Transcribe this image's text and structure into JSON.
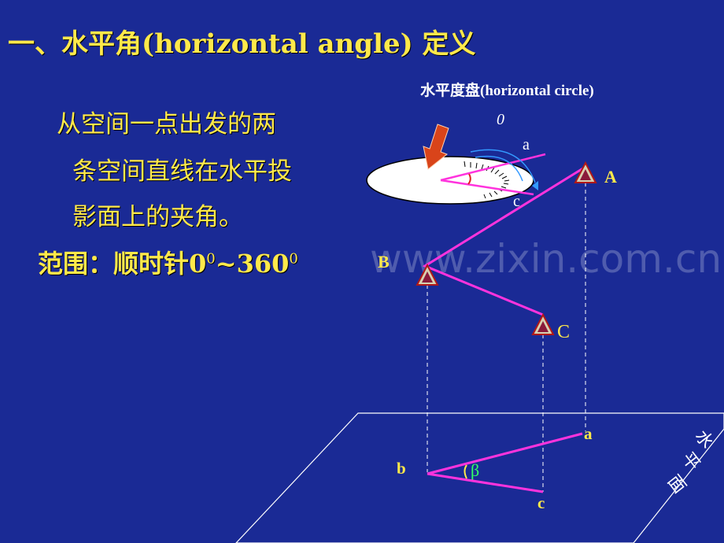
{
  "title": "一、水平角(horizontal angle) 定义",
  "definition": {
    "line1": "从空间一点出发的两",
    "line2": "条空间直线在水平投",
    "line3": "影面上的夹角。"
  },
  "range": {
    "label": "范围：",
    "text": "顺时针0",
    "sup1": "0",
    "mid": "~360",
    "sup2": "0"
  },
  "watermark": "www.zixin.com.cn",
  "diagram": {
    "circle_label": "水平度盘(horizontal circle)",
    "zero_label": "0",
    "point_A": "A",
    "point_B": "B",
    "point_C": "C",
    "circle_a": "a",
    "circle_c": "c",
    "proj_a": "a",
    "proj_b": "b",
    "proj_c": "c",
    "beta": "β",
    "plane_label_1": "水",
    "plane_label_2": "平",
    "plane_label_3": "面"
  },
  "colors": {
    "background": "#1a2a95",
    "title": "#ffe94a",
    "magenta": "#ff33dd",
    "arrow": "#d9441a",
    "beta": "#33ff66"
  }
}
